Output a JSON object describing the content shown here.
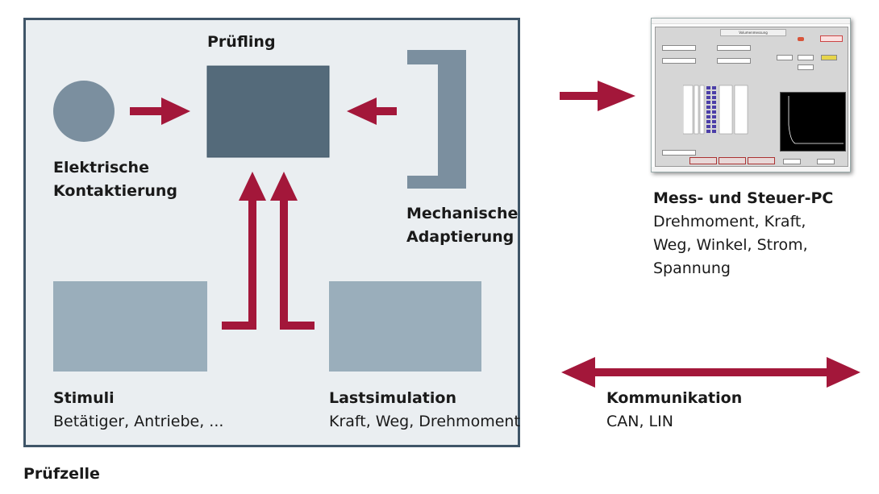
{
  "colors": {
    "arrow": "#a3173a",
    "frame": "#3f5568",
    "cell_bg": "#eaeef1",
    "dut": "#546a7a",
    "block": "#9aaebb",
    "adapter": "#7b8f9f"
  },
  "cell": {
    "label": "Prüfzelle"
  },
  "dut": {
    "label": "Prüfling"
  },
  "contact": {
    "label_line1": "Elektrische",
    "label_line2": "Kontaktierung"
  },
  "adapter": {
    "label_line1": "Mechanische",
    "label_line2": "Adaptierung"
  },
  "stimuli": {
    "title": "Stimuli",
    "detail": "Betätiger, Antriebe, ..."
  },
  "load": {
    "title": "Lastsimulation",
    "detail": "Kraft, Weg, Drehmoment"
  },
  "pc": {
    "title": "Mess- und Steuer-PC",
    "line1": "Drehmoment, Kraft,",
    "line2": "Weg, Winkel, Strom,",
    "line3": "Spannung",
    "screen_title": "Volumenmessung"
  },
  "comm": {
    "title": "Kommunikation",
    "detail": "CAN, LIN"
  }
}
